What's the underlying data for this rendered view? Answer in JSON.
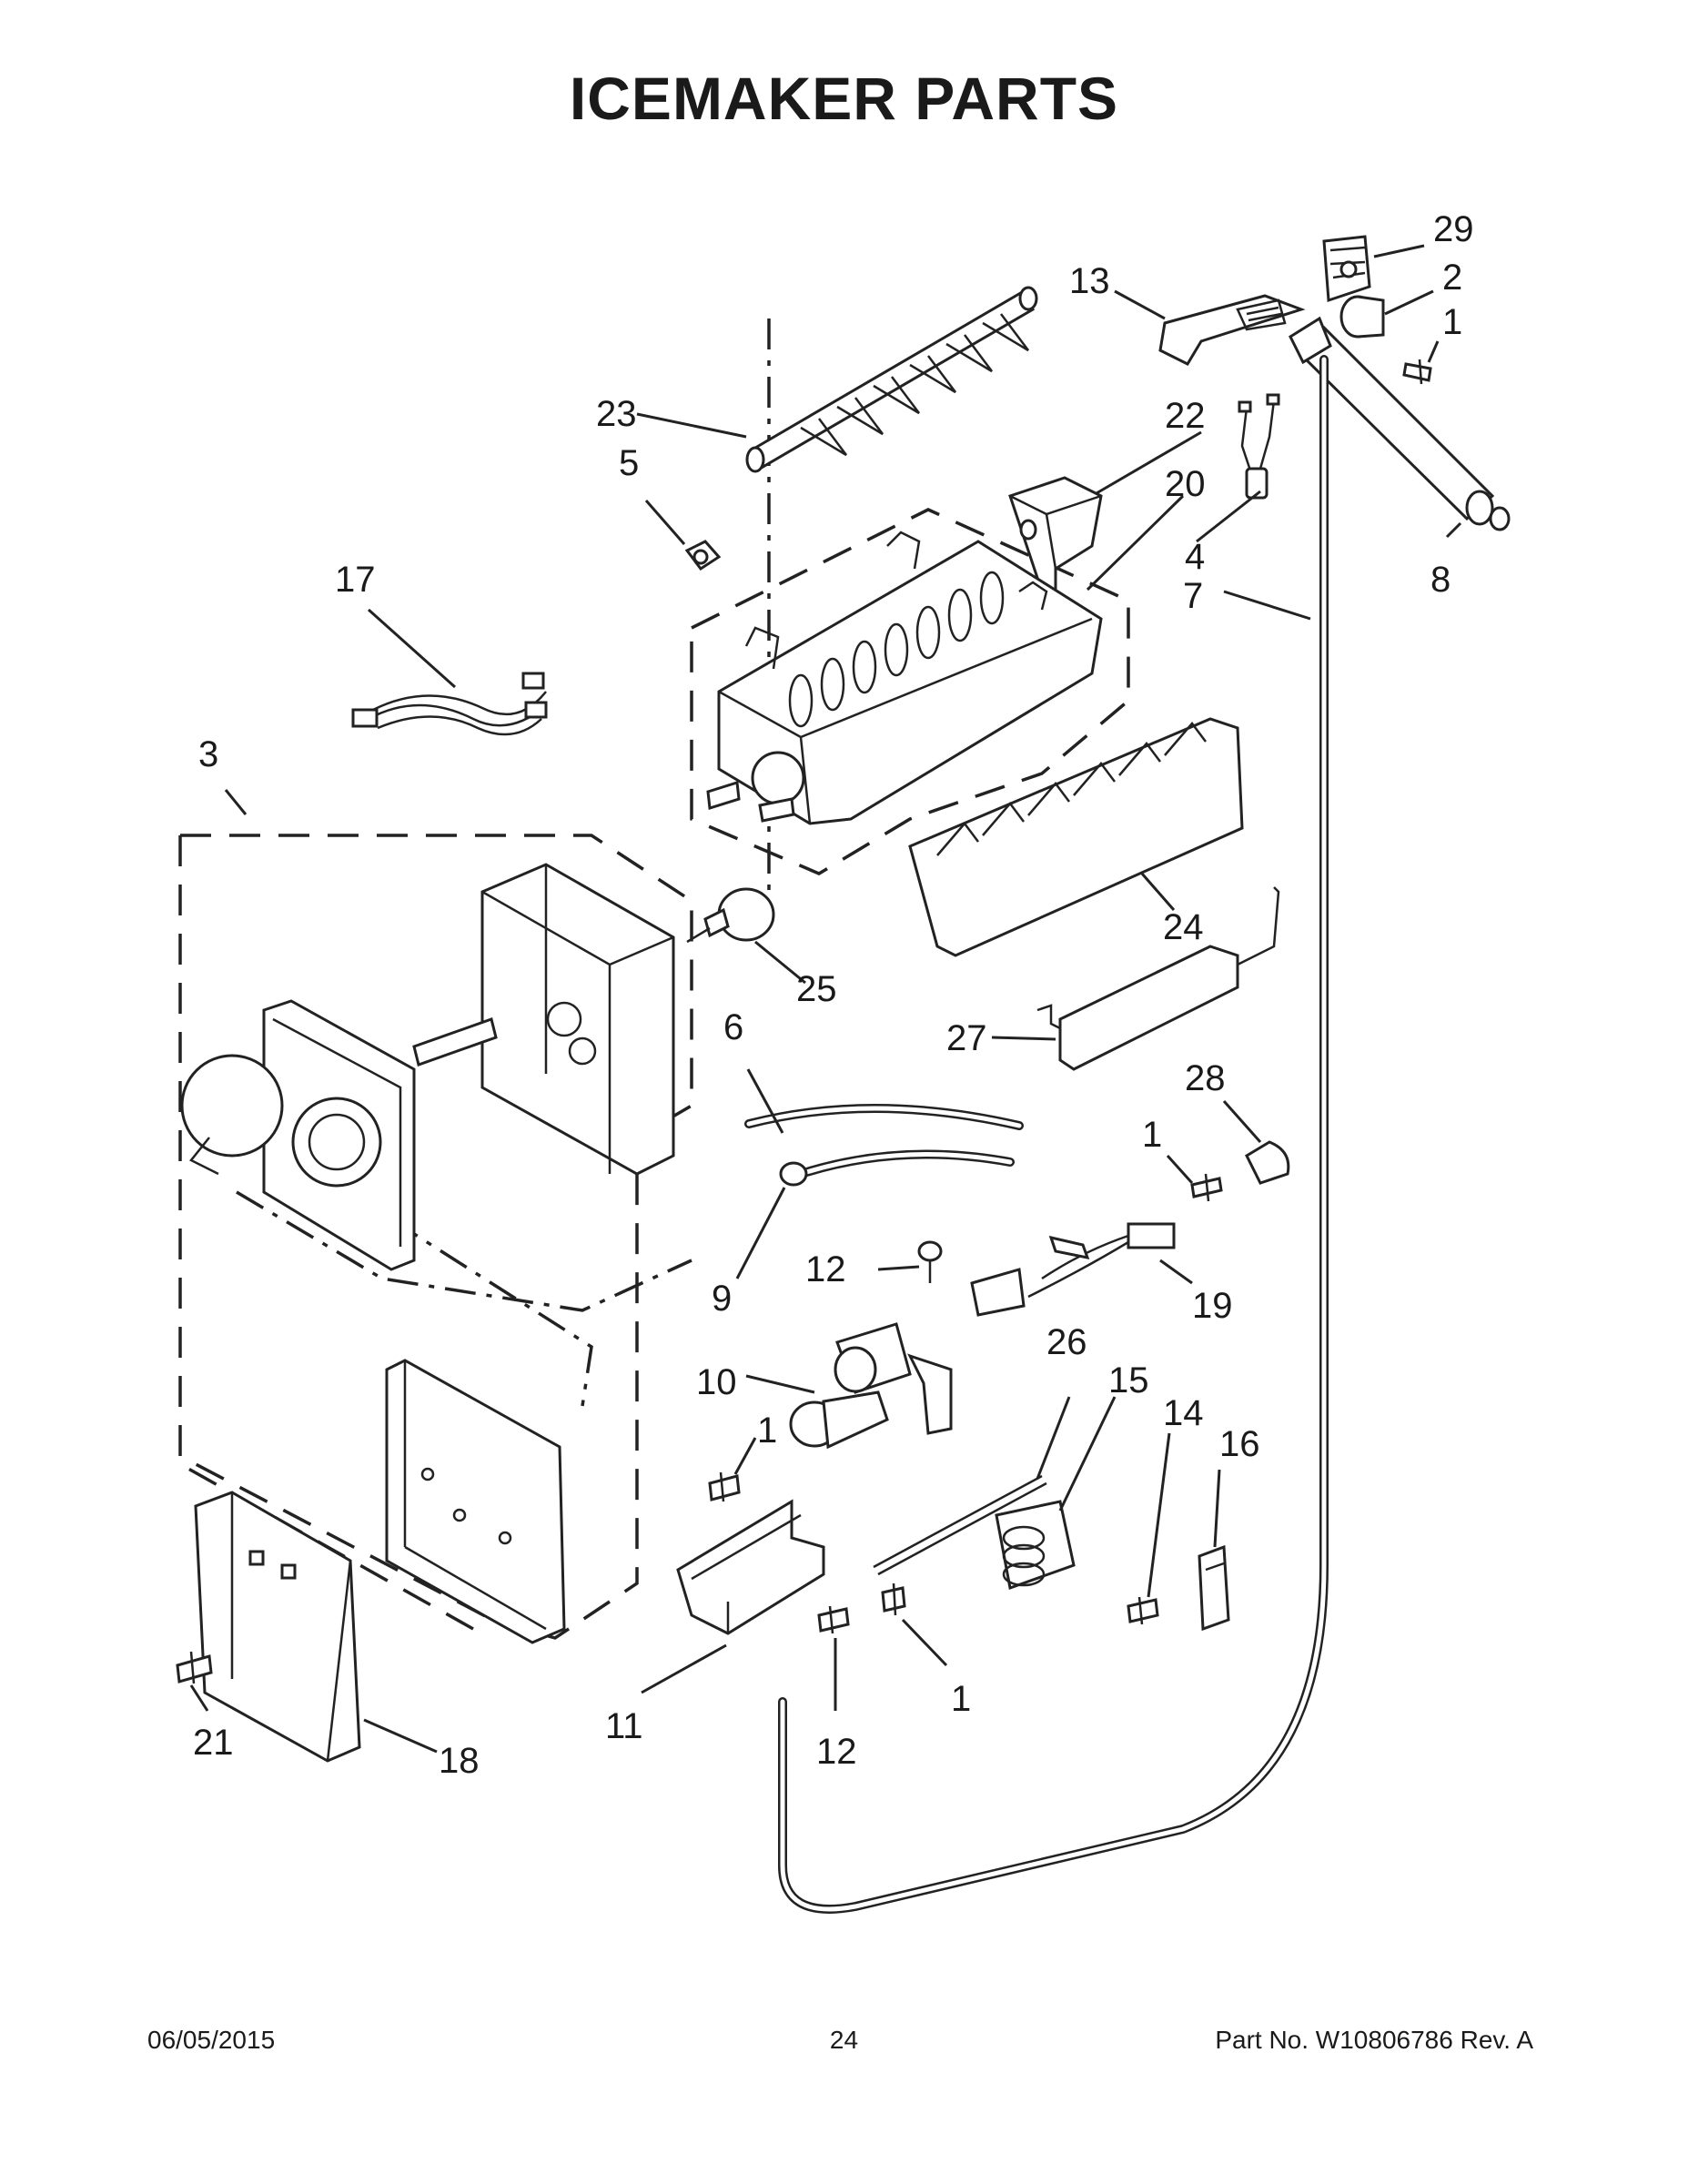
{
  "page": {
    "title": "ICEMAKER PARTS",
    "footer": {
      "date": "06/05/2015",
      "page_number": "24",
      "part_number": "Part No.  W10806786  Rev.  A"
    }
  },
  "callouts": [
    {
      "id": "c29",
      "label": "29"
    },
    {
      "id": "c2",
      "label": "2"
    },
    {
      "id": "c1a",
      "label": "1"
    },
    {
      "id": "c13",
      "label": "13"
    },
    {
      "id": "c23",
      "label": "23"
    },
    {
      "id": "c5",
      "label": "5"
    },
    {
      "id": "c22",
      "label": "22"
    },
    {
      "id": "c20",
      "label": "20"
    },
    {
      "id": "c4",
      "label": "4"
    },
    {
      "id": "c8",
      "label": "8"
    },
    {
      "id": "c7",
      "label": "7"
    },
    {
      "id": "c17",
      "label": "17"
    },
    {
      "id": "c3",
      "label": "3"
    },
    {
      "id": "c25",
      "label": "25"
    },
    {
      "id": "c24",
      "label": "24"
    },
    {
      "id": "c6",
      "label": "6"
    },
    {
      "id": "c27",
      "label": "27"
    },
    {
      "id": "c28",
      "label": "28"
    },
    {
      "id": "c1b",
      "label": "1"
    },
    {
      "id": "c9",
      "label": "9"
    },
    {
      "id": "c12a",
      "label": "12"
    },
    {
      "id": "c19",
      "label": "19"
    },
    {
      "id": "c10",
      "label": "10"
    },
    {
      "id": "c26",
      "label": "26"
    },
    {
      "id": "c15",
      "label": "15"
    },
    {
      "id": "c14",
      "label": "14"
    },
    {
      "id": "c16",
      "label": "16"
    },
    {
      "id": "c1c",
      "label": "1"
    },
    {
      "id": "c1d",
      "label": "1"
    },
    {
      "id": "c11",
      "label": "11"
    },
    {
      "id": "c12b",
      "label": "12"
    },
    {
      "id": "c21",
      "label": "21"
    },
    {
      "id": "c18",
      "label": "18"
    }
  ]
}
